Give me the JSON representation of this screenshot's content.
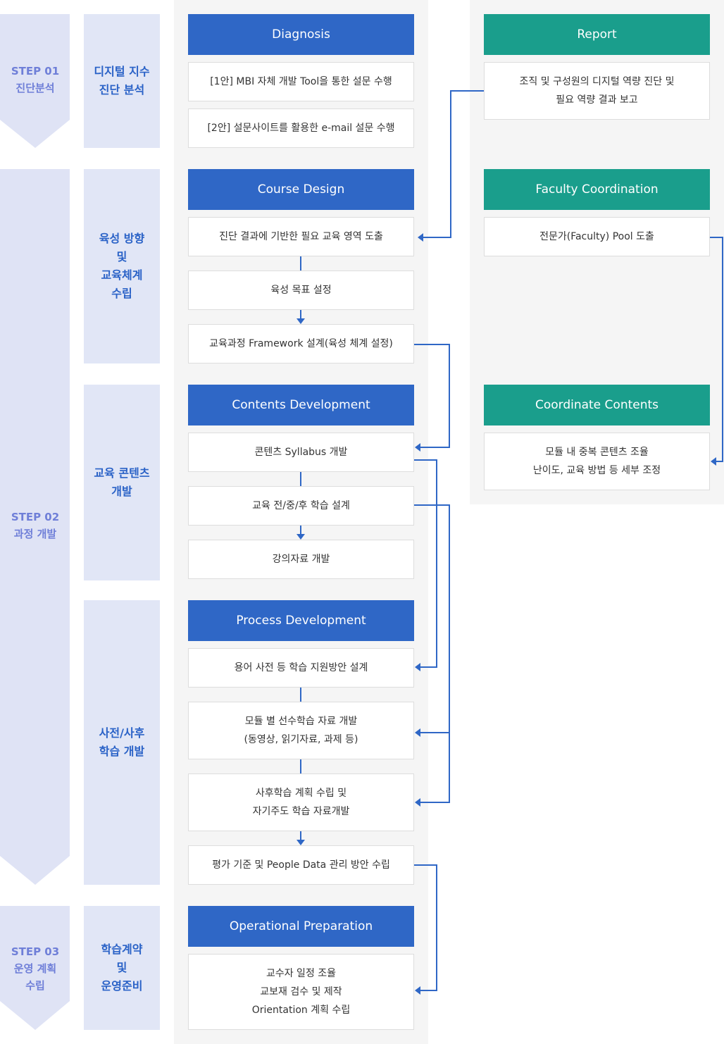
{
  "steps": [
    {
      "label": "STEP 01\n진단분석"
    },
    {
      "label": "STEP 02\n과정 개발"
    },
    {
      "label": "STEP 03\n운영 계획\n수립"
    }
  ],
  "categories": [
    {
      "label": "디지털 지수\n진단 분석"
    },
    {
      "label": "육성 방향\n및\n교육체계\n수립"
    },
    {
      "label": "교육 콘텐츠\n개발"
    },
    {
      "label": "사전/사후\n학습 개발"
    },
    {
      "label": "학습계약\n및\n운영준비"
    }
  ],
  "main": {
    "diagnosis": {
      "title": "Diagnosis",
      "items": [
        "[1안] MBI 자체 개발 Tool을 통한 설문 수행",
        "[2안] 설문사이트를 활용한 e-mail 설문 수행"
      ]
    },
    "course_design": {
      "title": "Course Design",
      "items": [
        "진단 결과에 기반한 필요 교육 영역 도출",
        "육성 목표 설정",
        "교육과정 Framework 설계(육성 체계 설정)"
      ]
    },
    "contents_development": {
      "title": "Contents Development",
      "items": [
        "콘텐츠 Syllabus 개발",
        "교육 전/중/후 학습 설계",
        "강의자료 개발"
      ]
    },
    "process_development": {
      "title": "Process Development",
      "items": [
        "용어 사전 등 학습 지원방안 설계",
        "모듈 별 선수학습 자료 개발\n(동영상, 읽기자료, 과제 등)",
        "사후학습 계획 수립 및\n자기주도 학습 자료개발",
        "평가 기준 및 People Data 관리 방안 수립"
      ]
    },
    "operational_preparation": {
      "title": "Operational Preparation",
      "items": [
        "교수자 일정 조율\n교보재 검수 및 제작\nOrientation 계획 수립"
      ]
    }
  },
  "side": {
    "report": {
      "title": "Report",
      "items": [
        "조직 및 구성원의 디지털 역량 진단 및\n필요 역량 결과 보고"
      ]
    },
    "faculty_coordination": {
      "title": "Faculty Coordination",
      "items": [
        "전문가(Faculty) Pool 도출"
      ]
    },
    "coordinate_contents": {
      "title": "Coordinate Contents",
      "items": [
        "모듈 내 중복 콘텐츠 조율\n난이도, 교육 방법 등 세부 조정"
      ]
    }
  },
  "colors": {
    "step_bg": "#dfe3f5",
    "step_text": "#6f7fd8",
    "category_bg": "#e1e6f6",
    "category_text": "#2a62c7",
    "header_blue": "#2f67c6",
    "header_green": "#1a9e8c",
    "connector": "#2f67c6"
  }
}
